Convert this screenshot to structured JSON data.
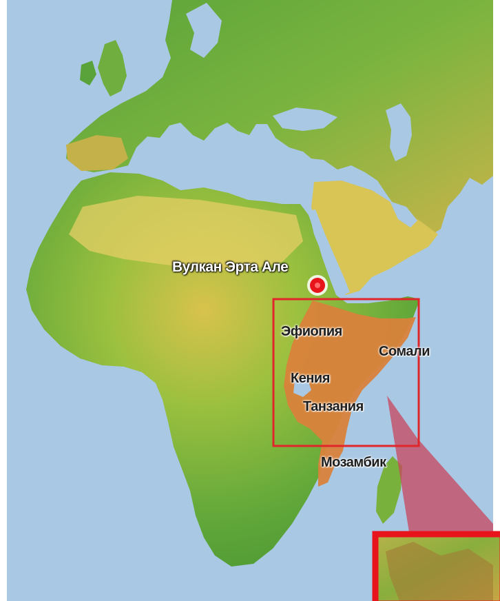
{
  "map": {
    "colors": {
      "sea": "#a9c8e3",
      "lowland": "#6fb33c",
      "highland": "#d9c24a",
      "desert": "#e9d36b",
      "highlight_region": "#d9823b",
      "highlight_frame": "#e0262a",
      "callout": "#c8475e",
      "volcano_marker": "#e8141c"
    },
    "marker": {
      "icon": "volcano-burst-icon"
    },
    "labels": {
      "volcano": "Вулкан Эрта Але",
      "ethiopia": "Эфиопия",
      "somalia": "Сомали",
      "kenya": "Кения",
      "tanzania": "Танзания",
      "mozambique": "Мозамбик"
    }
  }
}
